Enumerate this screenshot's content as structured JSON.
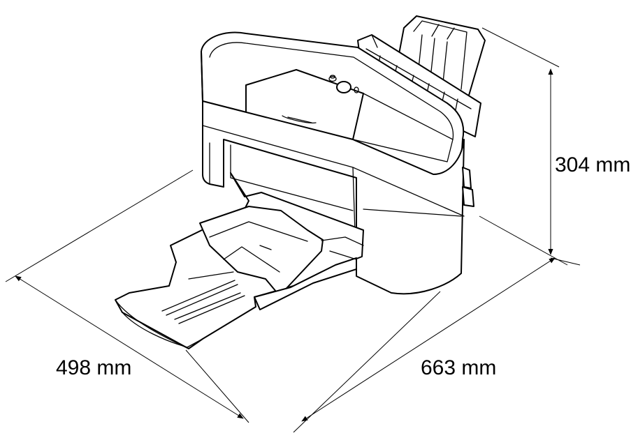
{
  "dimensions": {
    "height": {
      "label": "304 mm",
      "value": 304,
      "unit": "mm"
    },
    "depth": {
      "label": "498 mm",
      "value": 498,
      "unit": "mm"
    },
    "width": {
      "label": "663 mm",
      "value": 663,
      "unit": "mm"
    }
  },
  "colors": {
    "line": "#000000",
    "background": "#ffffff"
  }
}
